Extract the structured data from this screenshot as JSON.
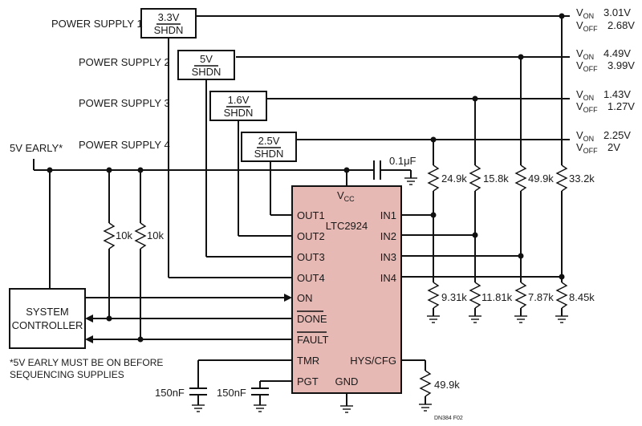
{
  "supplies": [
    {
      "name": "POWER SUPPLY 1",
      "voltage": "3.3V",
      "shdn": "SHDN",
      "von": "3.01V",
      "voff": "2.68V",
      "rtop": "33.2k",
      "rbot": "8.45k"
    },
    {
      "name": "POWER SUPPLY 2",
      "voltage": "5V",
      "shdn": "SHDN",
      "von": "4.49V",
      "voff": "3.99V",
      "rtop": "49.9k",
      "rbot": "7.87k"
    },
    {
      "name": "POWER SUPPLY 3",
      "voltage": "1.6V",
      "shdn": "SHDN",
      "von": "1.43V",
      "voff": "1.27V",
      "rtop": "15.8k",
      "rbot": "11.81k"
    },
    {
      "name": "POWER SUPPLY 4",
      "voltage": "2.5V",
      "shdn": "SHDN",
      "von": "2.25V",
      "voff": "2V",
      "rtop": "24.9k",
      "rbot": "9.31k"
    }
  ],
  "v_on_main": "V",
  "v_on_sub": "ON",
  "v_off_main": "V",
  "v_off_sub": "OFF",
  "early_label": "5V EARLY*",
  "cap_label": "0.1μF",
  "ic": {
    "name": "LTC2924",
    "vcc_main": "V",
    "vcc_sub": "CC",
    "left_pins": [
      "OUT1",
      "OUT2",
      "OUT3",
      "OUT4",
      "ON",
      "DONE",
      "FAULT",
      "TMR",
      "PGT"
    ],
    "right_pins": [
      "IN1",
      "IN2",
      "IN3",
      "IN4",
      "HYS/CFG"
    ],
    "gnd": "GND"
  },
  "pullups": [
    "10k",
    "10k"
  ],
  "controller": {
    "line1": "SYSTEM",
    "line2": "CONTROLLER"
  },
  "note": {
    "line1": "*5V EARLY MUST BE ON BEFORE",
    "line2": "SEQUENCING SUPPLIES"
  },
  "tmr_cap": "150nF",
  "pgt_cap": "150nF",
  "hys_res": "49.9k",
  "code": "DN384 F02"
}
